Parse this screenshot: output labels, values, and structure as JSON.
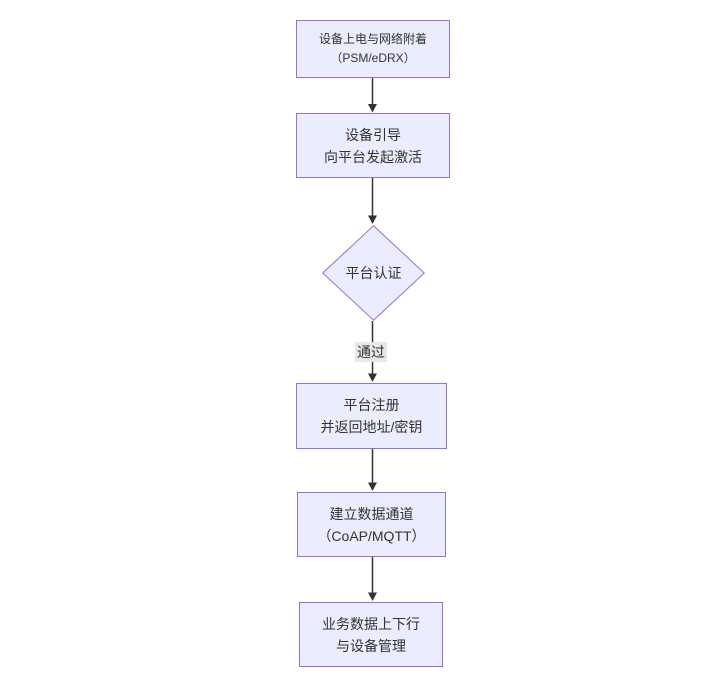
{
  "diagram": {
    "type": "flowchart-top-down",
    "nodes": {
      "attach": {
        "line1": "设备上电与网络附着",
        "line2": "（PSM/eDRX）"
      },
      "bootstrap": {
        "line1": "设备引导",
        "line2": "向平台发起激活"
      },
      "auth": {
        "label": "平台认证"
      },
      "register": {
        "line1": "平台注册",
        "line2": "并返回地址/密钥"
      },
      "channel": {
        "line1": "建立数据通道",
        "line2": "（CoAP/MQTT）"
      },
      "business": {
        "line1": "业务数据上下行",
        "line2": "与设备管理"
      }
    },
    "edges": {
      "pass_label": "通过"
    },
    "colors": {
      "node_fill": "#ECECFF",
      "node_border": "#9370DB",
      "arrow_line": "#333333",
      "text": "#333333",
      "edge_label_bg": "#e8e8e8",
      "background": "#ffffff"
    }
  }
}
